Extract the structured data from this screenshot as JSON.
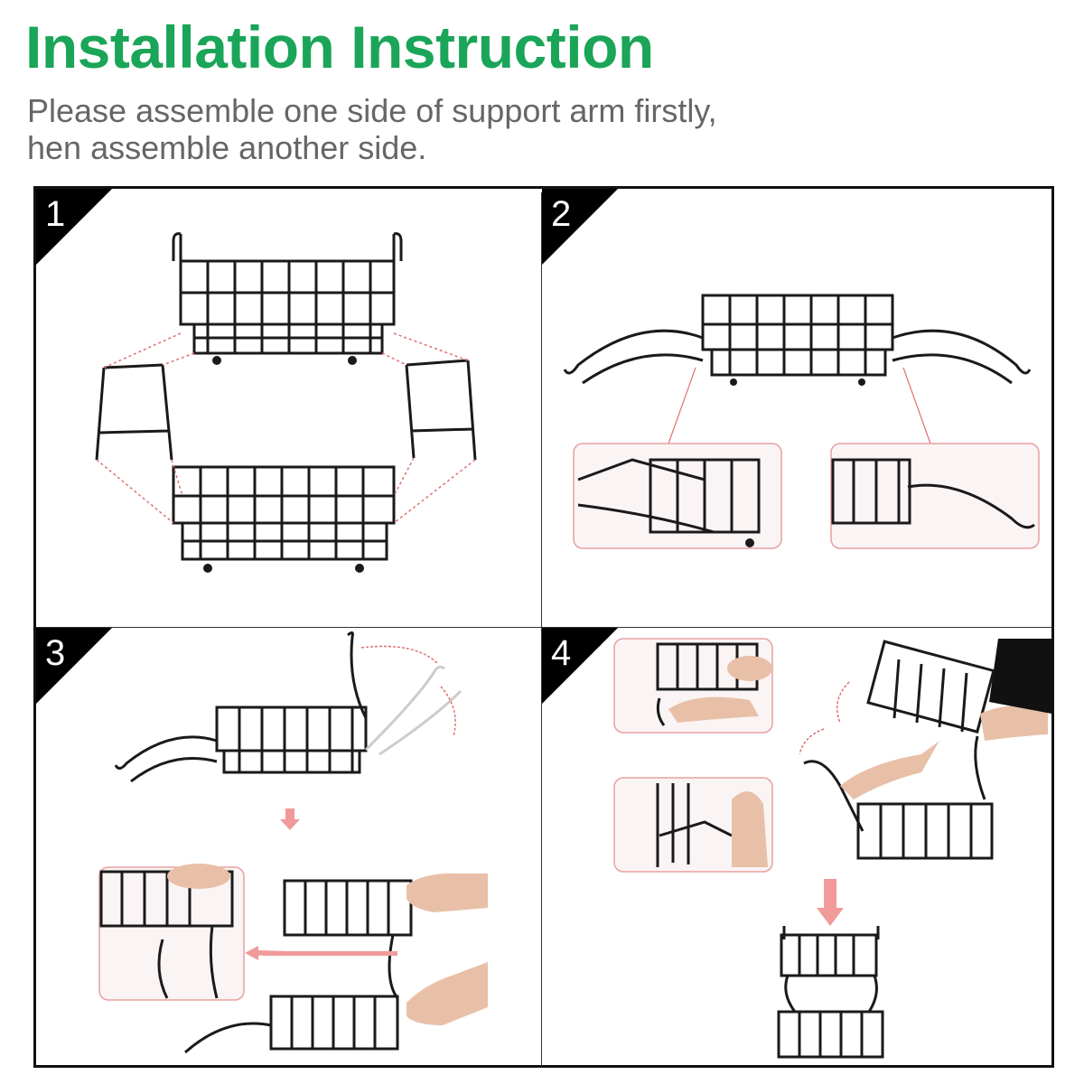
{
  "header": {
    "title": "Installation Instruction",
    "subtitle_line1": "Please assemble one side of support arm firstly,",
    "subtitle_line2": "hen assemble another side."
  },
  "steps": [
    {
      "number": "1"
    },
    {
      "number": "2"
    },
    {
      "number": "3"
    },
    {
      "number": "4"
    }
  ],
  "colors": {
    "title": "#1aa558",
    "subtitle": "#666666",
    "wire": "#1a1a1a",
    "guide": "#e07070",
    "arrow": "#f19a9a",
    "badge": "#000000",
    "skin": "#e8c0a8"
  },
  "icons": {
    "step_badge": "triangle-badge",
    "guide_arrow": "arrow",
    "hand": "hand-illustration"
  }
}
